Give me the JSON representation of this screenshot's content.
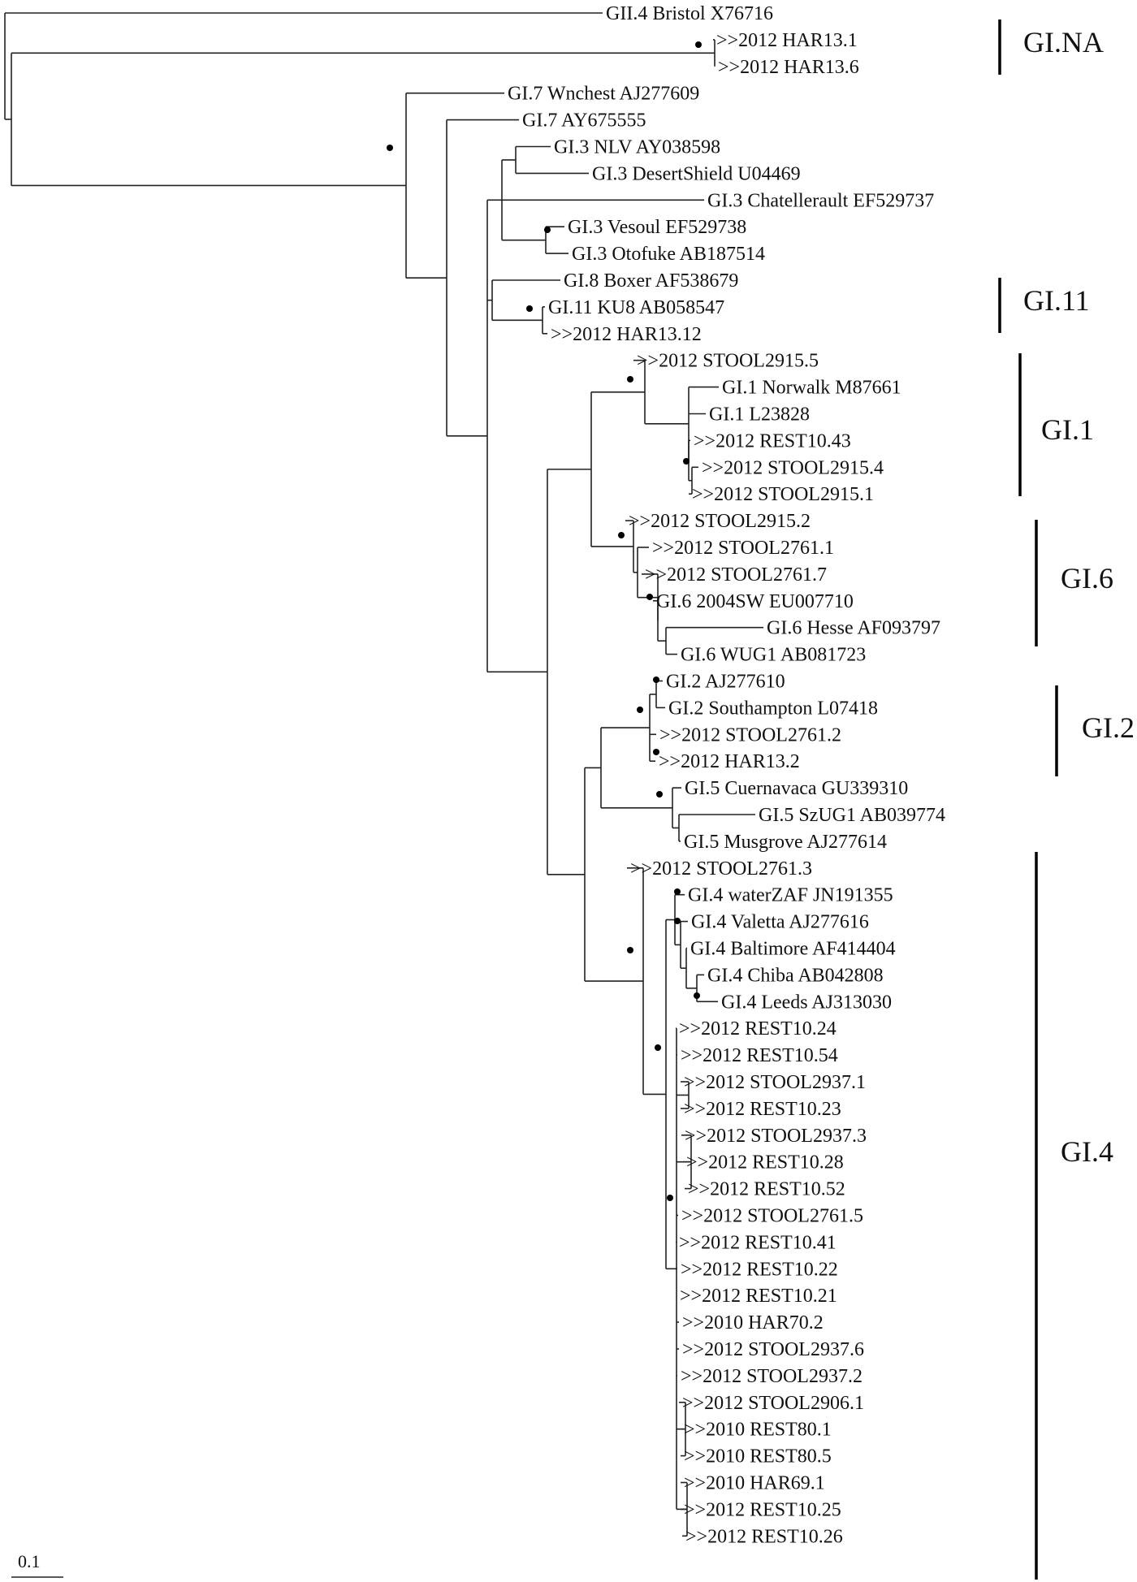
{
  "figure": {
    "scale_bar_label": "0.1",
    "leaves": [
      "GII.4 Bristol X76716",
      ">>2012 HAR13.1",
      ">>2012 HAR13.6",
      "GI.7 Wnchest AJ277609",
      "GI.7 AY675555",
      "GI.3 NLV AY038598",
      "GI.3 DesertShield U04469",
      "GI.3 Chatellerault EF529737",
      "GI.3 Vesoul EF529738",
      "GI.3 Otofuke AB187514",
      "GI.8 Boxer AF538679",
      "GI.11 KU8 AB058547",
      ">>2012 HAR13.12",
      ">>2012 STOOL2915.5",
      "GI.1 Norwalk M87661",
      "GI.1 L23828",
      ">>2012 REST10.43",
      ">>2012 STOOL2915.4",
      ">>2012 STOOL2915.1",
      ">>2012 STOOL2915.2",
      ">>2012 STOOL2761.1",
      ">>2012 STOOL2761.7",
      "GI.6 2004SW EU007710",
      "GI.6 Hesse AF093797",
      "GI.6 WUG1 AB081723",
      "GI.2 AJ277610",
      "GI.2 Southampton L07418",
      ">>2012 STOOL2761.2",
      ">>2012 HAR13.2",
      "GI.5 Cuernavaca GU339310",
      "GI.5 SzUG1 AB039774",
      "GI.5 Musgrove AJ277614",
      ">>2012 STOOL2761.3",
      "GI.4 waterZAF JN191355",
      "GI.4 Valetta AJ277616",
      "GI.4 Baltimore AF414404",
      "GI.4 Chiba AB042808",
      "GI.4 Leeds AJ313030",
      ">>2012 REST10.24",
      ">>2012 REST10.54",
      ">>2012 STOOL2937.1",
      ">>2012 REST10.23",
      ">>2012 STOOL2937.3",
      ">>2012 REST10.28",
      ">>2012 REST10.52",
      ">>2012 STOOL2761.5",
      ">>2012 REST10.41",
      ">>2012 REST10.22",
      ">>2012 REST10.21",
      ">>2010 HAR70.2",
      ">>2012 STOOL2937.6",
      ">>2012 STOOL2937.2",
      ">>2012 STOOL2906.1",
      ">>2010 REST80.1",
      ">>2010 REST80.5",
      ">>2010 HAR69.1",
      ">>2012 REST10.25",
      ">>2012 REST10.26"
    ],
    "clades": [
      {
        "label": "GI.NA"
      },
      {
        "label": "GI.11"
      },
      {
        "label": "GI.1"
      },
      {
        "label": "GI.6"
      },
      {
        "label": "GI.2"
      },
      {
        "label": "GI.4"
      }
    ]
  }
}
